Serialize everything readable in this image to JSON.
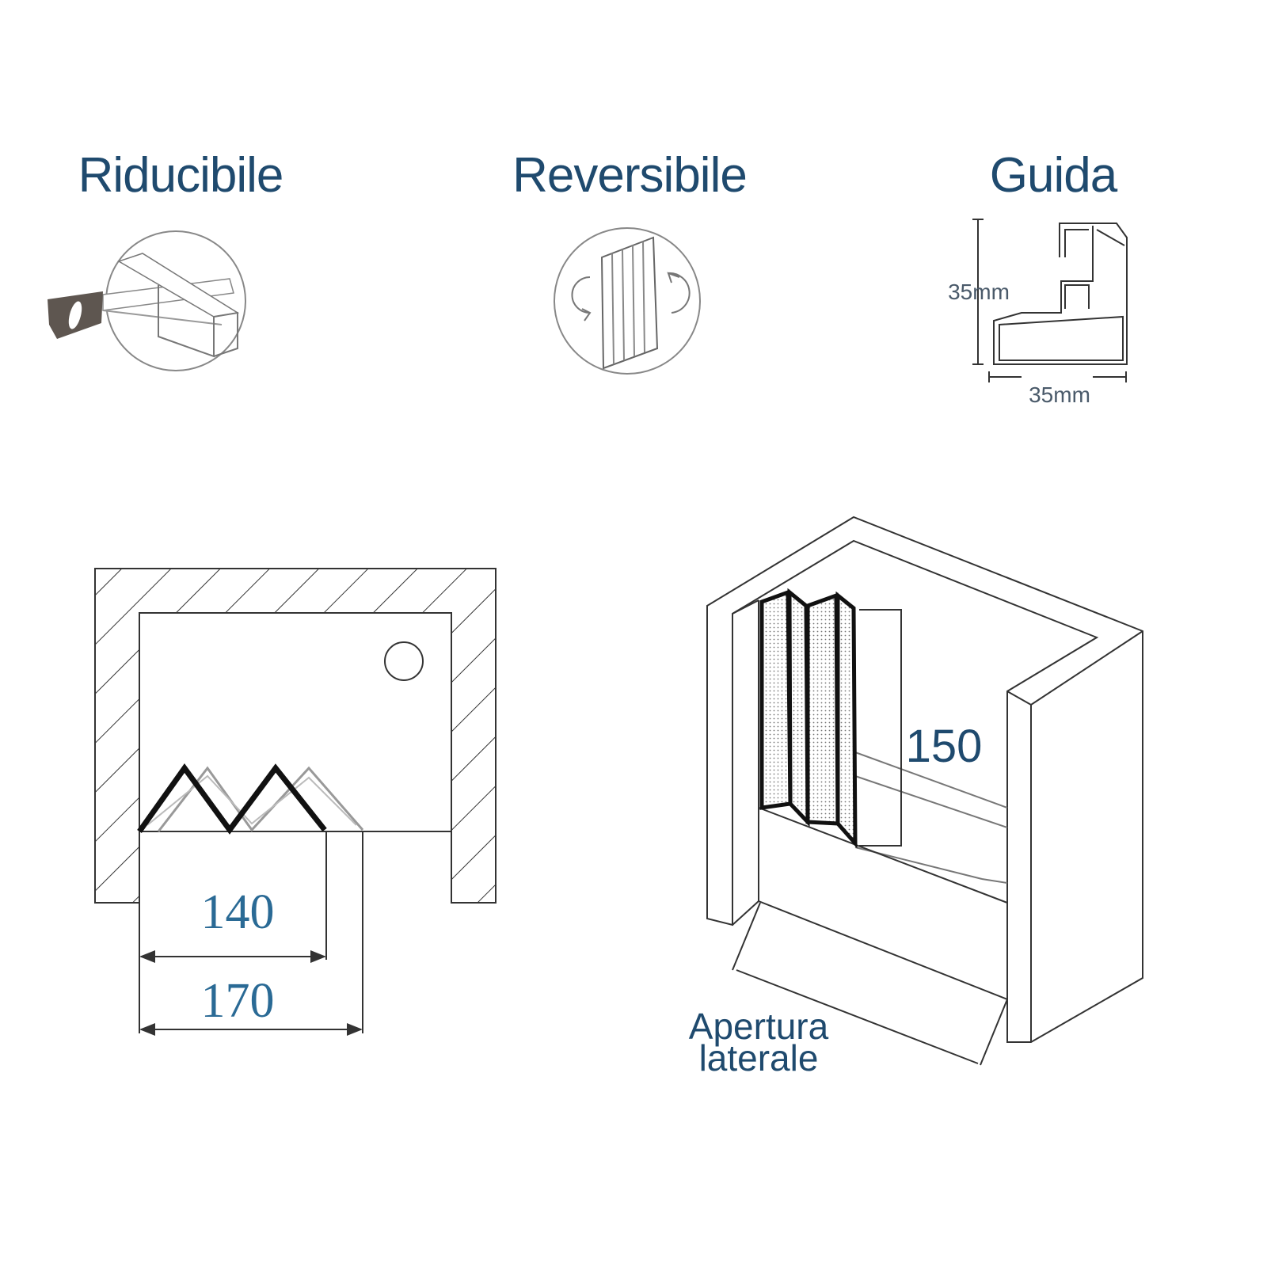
{
  "features": [
    {
      "title": "Riducibile",
      "icon": "saw-cutting-profile-icon"
    },
    {
      "title": "Reversibile",
      "icon": "reversible-panel-icon"
    },
    {
      "title": "Guida",
      "icon": "guide-profile-section-icon"
    }
  ],
  "guide": {
    "height_label": "35mm",
    "width_label": "35mm"
  },
  "plan": {
    "inner_width": "140",
    "outer_width": "170"
  },
  "perspective": {
    "height": "150",
    "opening_label_line1": "Apertura",
    "opening_label_line2": "laterale"
  },
  "colors": {
    "title": "#1f4a6e",
    "numbers": "#2a6a95",
    "saw_handle": "#5e5650"
  }
}
